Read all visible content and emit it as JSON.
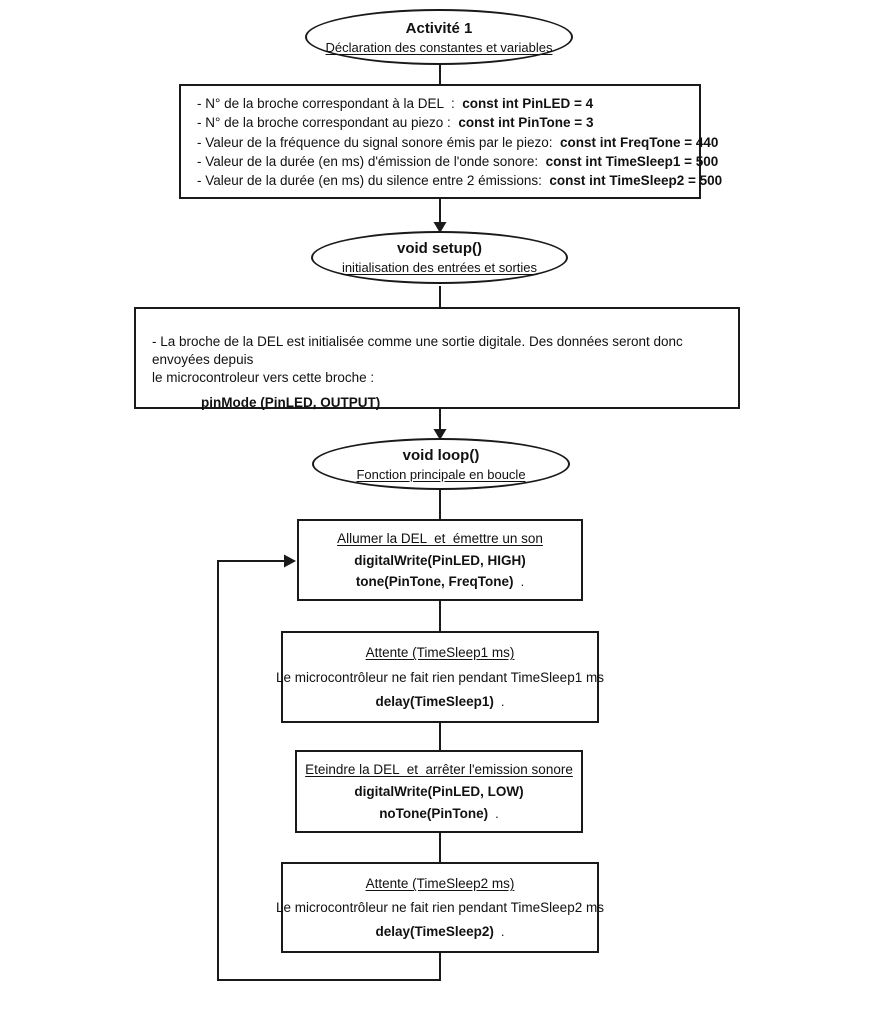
{
  "colors": {
    "stroke": "#1a1a1a",
    "background": "#ffffff",
    "text": "#111111"
  },
  "flowchart": {
    "start": {
      "title": "Activité 1",
      "subtitle": "Déclaration des constantes et variables"
    },
    "constants": {
      "lines": [
        {
          "label": "- N° de la broche correspondant à la DEL  :  ",
          "code": "const int PinLED = 4"
        },
        {
          "label": "- N° de la broche correspondant au piezo :  ",
          "code": "const int PinTone = 3"
        },
        {
          "label": "- Valeur de la fréquence du signal sonore émis par le piezo:  ",
          "code": "const int FreqTone = 440"
        },
        {
          "label": "- Valeur de la durée (en ms) d'émission de l'onde sonore:  ",
          "code": "const int TimeSleep1 = 500"
        },
        {
          "label": "- Valeur de la durée (en ms) du silence entre 2 émissions:  ",
          "code": "const int TimeSleep2 = 500"
        }
      ]
    },
    "setup": {
      "title": "void setup()",
      "subtitle": "initialisation des entrées et sorties"
    },
    "setup_body": {
      "line1": "- La broche de la DEL est initialisée comme une sortie digitale. Des données seront donc envoyées depuis",
      "line2": "le microcontroleur vers cette broche :",
      "code": "pinMode (PinLED, OUTPUT)"
    },
    "loop": {
      "title": "void loop()",
      "subtitle": "Fonction principale en boucle"
    },
    "loop_steps": [
      {
        "title": "Allumer la DEL  et  émettre un son",
        "code1": "digitalWrite(PinLED, HIGH)",
        "code2": "tone(PinTone, FreqTone)",
        "dot": "."
      },
      {
        "title": "Attente (TimeSleep1 ms)",
        "text": "Le microcontrôleur ne fait rien pendant TimeSleep1 ms",
        "code1": "delay(TimeSleep1)",
        "dot": "."
      },
      {
        "title": "Eteindre la DEL  et  arrêter l'emission sonore",
        "code1": "digitalWrite(PinLED, LOW)",
        "code2": "noTone(PinTone)",
        "dot": "."
      },
      {
        "title": "Attente (TimeSleep2 ms)",
        "text": "Le microcontrôleur ne fait rien pendant TimeSleep2 ms",
        "code1": "delay(TimeSleep2)",
        "dot": "."
      }
    ]
  }
}
